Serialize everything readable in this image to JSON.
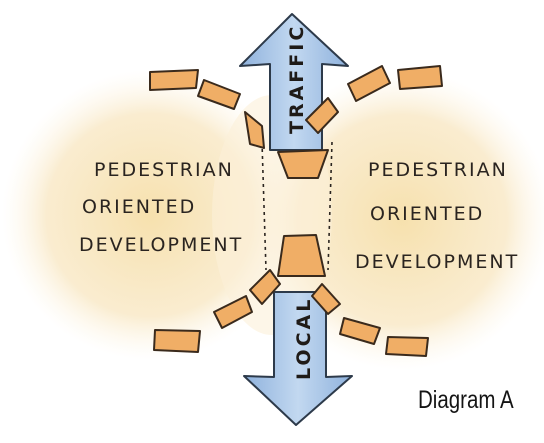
{
  "diagram": {
    "left_zone": {
      "line1": "PEDESTRIAN",
      "line2": "ORIENTED",
      "line3": "DEVELOPMENT"
    },
    "right_zone": {
      "line1": "PEDESTRIAN",
      "line2": "ORIENTED",
      "line3": "DEVELOPMENT"
    },
    "upper_arrow_label": "TRAFFIC",
    "lower_arrow_label": "LOCAL",
    "caption": "Diagram A"
  },
  "colors": {
    "wash": "#fbeed2",
    "wash_deep": "#f6dfaa",
    "arrow_fill": "#a9c6e8",
    "arrow_stroke": "#2d3a4a",
    "dash_fill": "#f0ae66",
    "dash_stroke": "#3a2a1c",
    "text": "#2a2420"
  }
}
